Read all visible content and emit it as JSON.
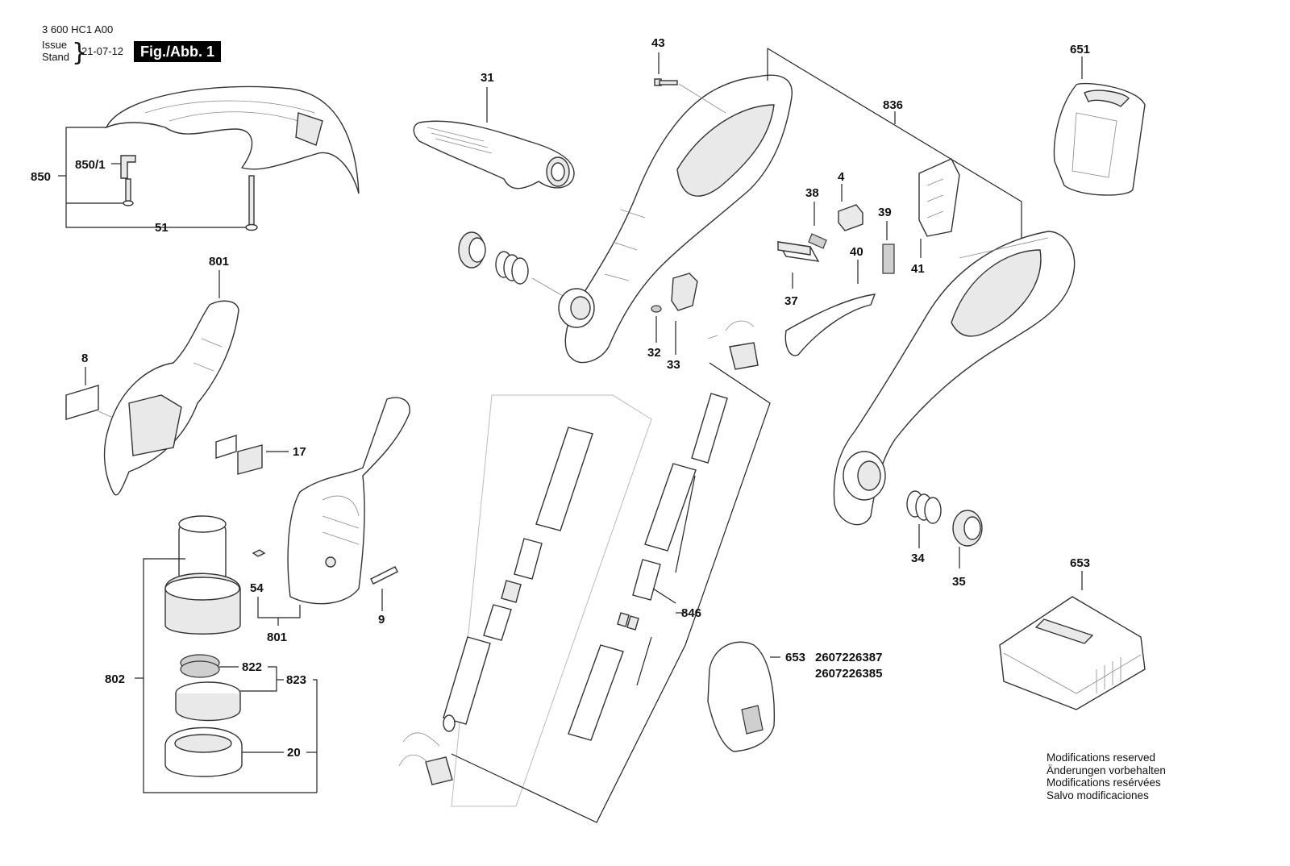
{
  "header": {
    "part_number": "3 600 HC1 A00",
    "issue_label_en": "Issue",
    "issue_label_de": "Stand",
    "issue_date": "21-07-12",
    "figure_label": "Fig./Abb. 1"
  },
  "parts": {
    "p850": "850",
    "p850_1": "850/1",
    "p51": "51",
    "p31": "31",
    "p43": "43",
    "p836": "836",
    "p651": "651",
    "p4": "4",
    "p38": "38",
    "p39": "39",
    "p41": "41",
    "p40": "40",
    "p37": "37",
    "p801_top": "801",
    "p8": "8",
    "p17": "17",
    "p32": "32",
    "p33": "33",
    "p54": "54",
    "p801_bottom": "801",
    "p9": "9",
    "p802": "802",
    "p822": "822",
    "p823": "823",
    "p20": "20",
    "p846": "846",
    "p34": "34",
    "p35": "35",
    "p653_top": "653",
    "p653_side": "653",
    "p653_code1": "2607226387",
    "p653_code2": "2607226385"
  },
  "notice": {
    "en": "Modifications reserved",
    "de": "Änderungen vorbehalten",
    "fr": "Modifications resérvées",
    "es": "Salvo modificaciones"
  }
}
